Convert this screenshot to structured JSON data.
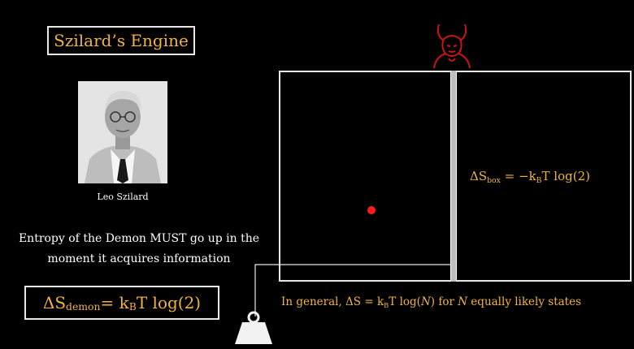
{
  "title": "Szilard’s Engine",
  "portrait": {
    "caption": "Leo Szilard"
  },
  "note": {
    "line1": "Entropy of the Demon MUST go up in the",
    "line2": "moment it acquires information"
  },
  "demon_equation": {
    "lhs": "ΔS",
    "sub": "demon",
    "rhs_pre": " = k",
    "rhs_sub": "B",
    "rhs_post": "T log(2)"
  },
  "box_equation": {
    "lhs": "ΔS",
    "sub": "box",
    "rhs_pre": " = −k",
    "rhs_sub": "B",
    "rhs_post": "T log(2)"
  },
  "general_equation": {
    "pre": "In general, ",
    "lhs": "ΔS",
    "mid_pre": " = k",
    "mid_sub": "B",
    "mid_post": "T log(",
    "var": "N",
    "close": ")",
    "for": " for ",
    "var2": "N",
    "post": " equally likely states"
  },
  "colors": {
    "accent": "#f1b43f",
    "particle": "#ff1a1a",
    "demon": "#c91414",
    "line": "#e8e8e8"
  },
  "icons": {
    "demon": "demon-icon",
    "weight": "weight-icon"
  }
}
